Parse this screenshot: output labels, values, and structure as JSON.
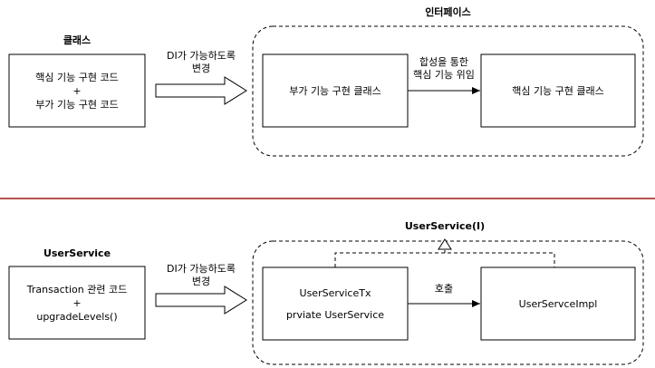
{
  "top": {
    "class_title": "클래스",
    "interface_title": "인터페이스",
    "left_box": {
      "line1": "핵심 기능 구현 코드",
      "line2": "+",
      "line3": "부가 기능 구현 코드"
    },
    "arrow_label": {
      "line1": "DI가 가능하도록",
      "line2": "변경"
    },
    "addon_box": "부가 기능 구현 클래스",
    "delegate_label": {
      "line1": "합성을 통한",
      "line2": "핵심 기능 위임"
    },
    "core_box": "핵심 기능 구현 클래스"
  },
  "bottom": {
    "class_title": "UserService",
    "interface_title": "UserService(I)",
    "left_box": {
      "line1": "Transaction 관련 코드",
      "line2": "+",
      "line3": "upgradeLevels()"
    },
    "arrow_label": {
      "line1": "DI가 가능하도록",
      "line2": "변경"
    },
    "tx_box": {
      "line1": "UserServiceTx",
      "line2": "prviate UserService"
    },
    "call_label": "호출",
    "impl_box": "UserServceImpl"
  },
  "colors": {
    "divider": "#b85450",
    "stroke": "#000000"
  }
}
